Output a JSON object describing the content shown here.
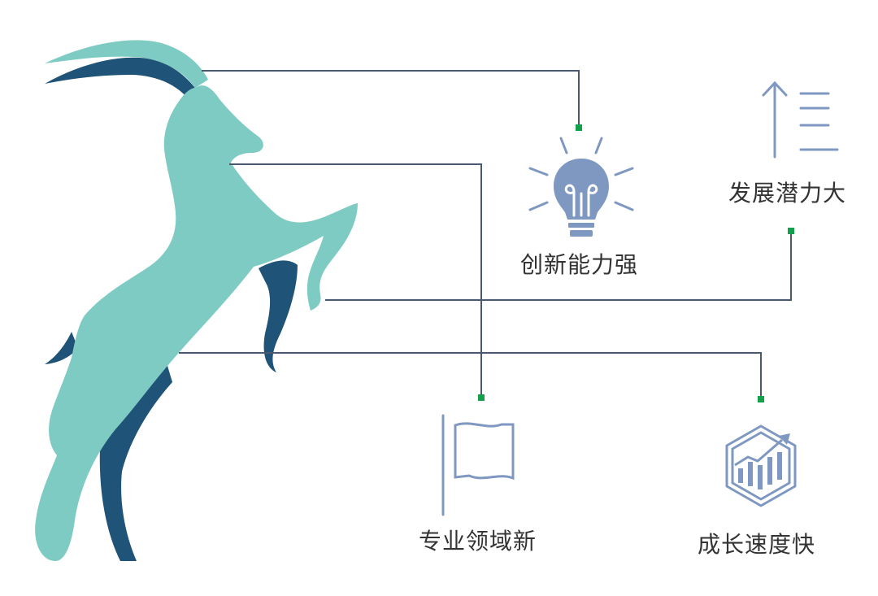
{
  "colors": {
    "goat_light": "#7ecbc3",
    "goat_dark": "#1f5378",
    "connector": "#4a5a6e",
    "dot": "#14a04a",
    "icon": "#7f98c1",
    "text": "#333333"
  },
  "features": [
    {
      "id": "innovation",
      "label": "创新能力强",
      "icon": "lightbulb-icon"
    },
    {
      "id": "potential",
      "label": "发展潜力大",
      "icon": "arrow-up-list-icon"
    },
    {
      "id": "domain",
      "label": "专业领域新",
      "icon": "flag-icon"
    },
    {
      "id": "growth",
      "label": "成长速度快",
      "icon": "growth-chart-hexagon-icon"
    }
  ]
}
